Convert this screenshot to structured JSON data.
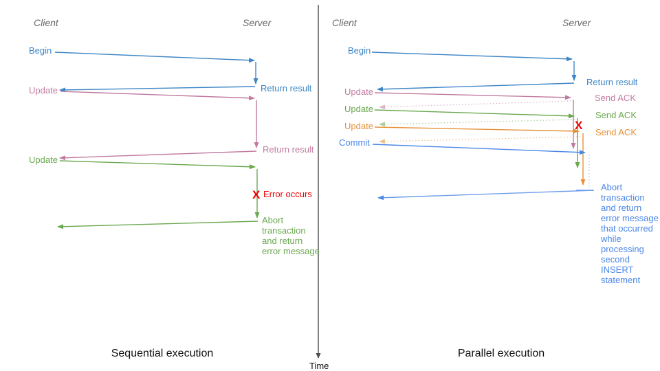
{
  "colors": {
    "blue": "#3d85c6",
    "pink": "#c27ba0",
    "green": "#6aa84f",
    "orange": "#e69138",
    "commitblue": "#4a86e8",
    "lightblue": "#6d9eeb",
    "red": "#ee0000",
    "gray": "#666666",
    "axis": "#4d4d4d",
    "black": "#111111"
  },
  "time_axis": {
    "label": "Time"
  },
  "left": {
    "title": "Sequential execution",
    "client": "Client",
    "server": "Server",
    "begin_label": "Begin",
    "begin_return": "Return result",
    "update1_label": "Update",
    "update1_return": "Return result",
    "update2_label": "Update",
    "error_mark": "X",
    "error_label": "Error occurs",
    "abort_lines": [
      "Abort",
      "transaction",
      "and return",
      "error message"
    ]
  },
  "right": {
    "title": "Parallel execution",
    "client": "Client",
    "server": "Server",
    "begin_label": "Begin",
    "begin_return": "Return result",
    "update1_label": "Update",
    "update1_ack": "Send ACK",
    "update2_label": "Update",
    "update2_ack": "Send ACK",
    "update3_label": "Update",
    "update3_ack": "Send ACK",
    "commit_label": "Commit",
    "error_mark": "X",
    "abort_lines": [
      "Abort",
      "transaction",
      "and return",
      "error message",
      "that occurred",
      "while",
      "processing",
      "second",
      "INSERT",
      "statement"
    ]
  }
}
